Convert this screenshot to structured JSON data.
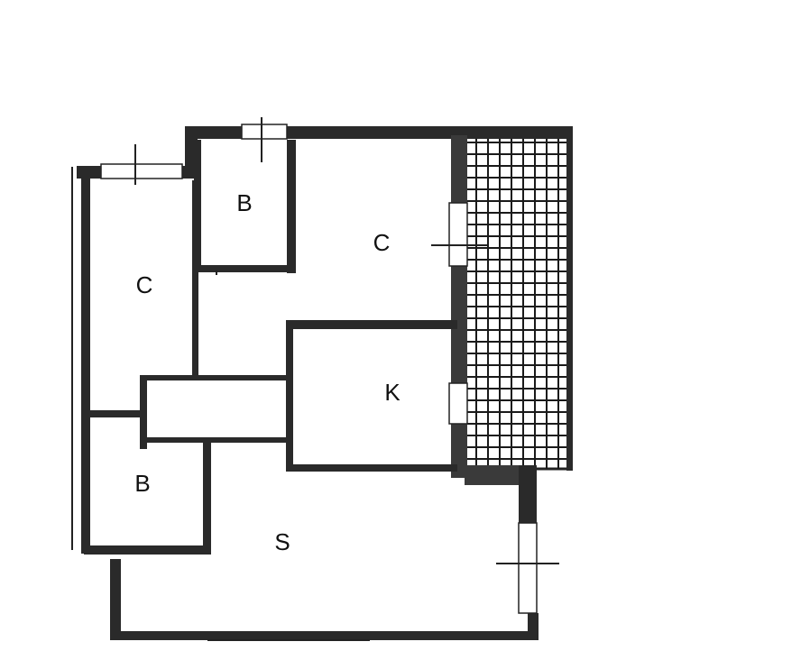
{
  "rooms": {
    "c_left": "C",
    "b_top": "B",
    "c_right": "C",
    "k": "K",
    "b_bottom": "B",
    "s": "S"
  }
}
